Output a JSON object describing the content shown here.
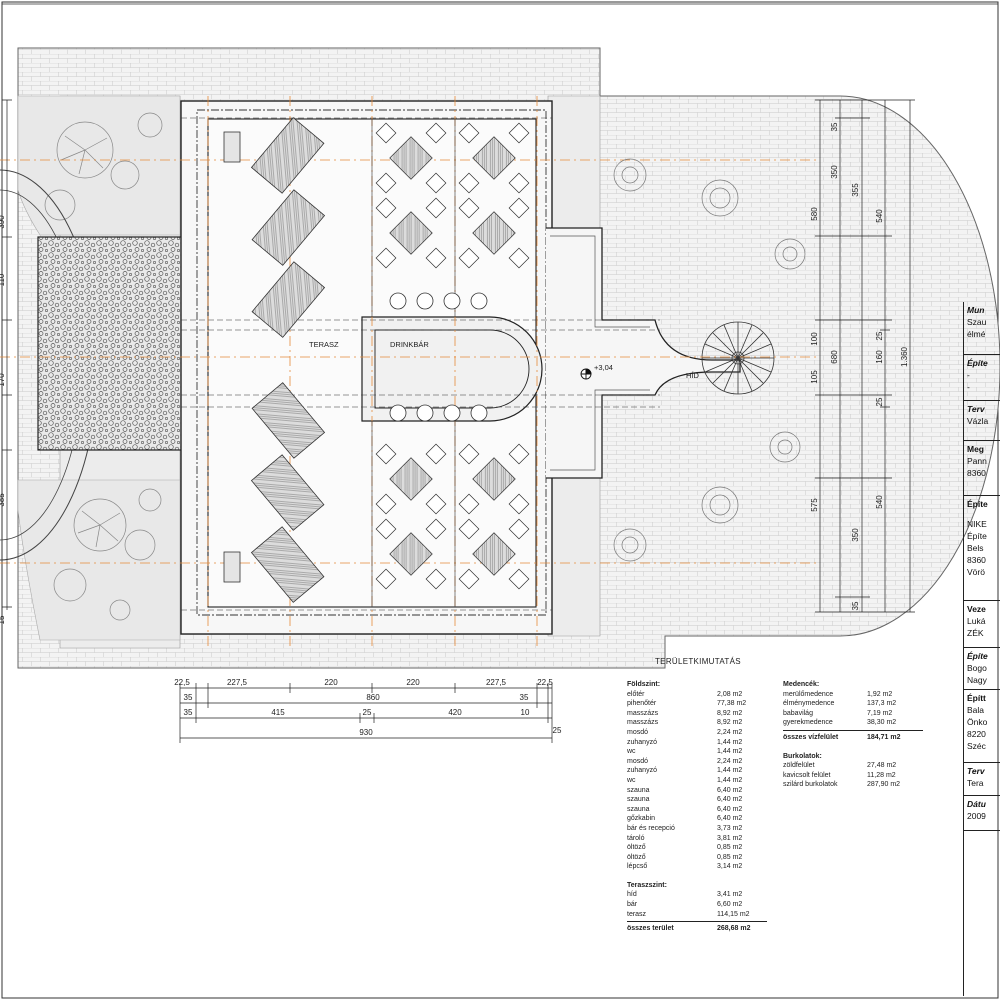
{
  "plan": {
    "labels": {
      "terrace": "TERASZ",
      "bar": "DRINKBÁR",
      "bridge": "HÍD",
      "level": "+3,04"
    },
    "dims_bottom": {
      "row1": [
        "22,5",
        "227,5",
        "220",
        "220",
        "227,5",
        "22,5"
      ],
      "row2_left": "35",
      "row2_total": "860",
      "row2_right": "35",
      "row3": [
        "35",
        "415",
        "25",
        "420",
        "10",
        "25"
      ],
      "row4_total": "930"
    },
    "dims_right": {
      "col1": [
        "580",
        "100",
        "105",
        "575"
      ],
      "col2": [
        "35",
        "350",
        "355",
        "350",
        "35"
      ],
      "col3": [
        "680"
      ],
      "col4": [
        "540",
        "25",
        "160",
        "25",
        "540"
      ],
      "col5": [
        "1.360"
      ]
    },
    "dims_left": [
      "390",
      "110",
      "170",
      "385",
      "15"
    ]
  },
  "schedule": {
    "title": "TERÜLETKIMUTATÁS",
    "ground_title": "Földszint:",
    "ground": [
      {
        "n": "előtér",
        "v": "2,08 m2"
      },
      {
        "n": "pihenőtér",
        "v": "77,38 m2"
      },
      {
        "n": "masszázs",
        "v": "8,92 m2"
      },
      {
        "n": "masszázs",
        "v": "8,92 m2"
      },
      {
        "n": "mosdó",
        "v": "2,24 m2"
      },
      {
        "n": "zuhanyzó",
        "v": "1,44 m2"
      },
      {
        "n": "wc",
        "v": "1,44 m2"
      },
      {
        "n": "mosdó",
        "v": "2,24 m2"
      },
      {
        "n": "zuhanyzó",
        "v": "1,44 m2"
      },
      {
        "n": "wc",
        "v": "1,44 m2"
      },
      {
        "n": "szauna",
        "v": "6,40 m2"
      },
      {
        "n": "szauna",
        "v": "6,40 m2"
      },
      {
        "n": "szauna",
        "v": "6,40 m2"
      },
      {
        "n": "gőzkabin",
        "v": "6,40 m2"
      },
      {
        "n": "bár és recepció",
        "v": "3,73 m2"
      },
      {
        "n": "tároló",
        "v": "3,81 m2"
      },
      {
        "n": "öltöző",
        "v": "0,85 m2"
      },
      {
        "n": "öltöző",
        "v": "0,85 m2"
      },
      {
        "n": "lépcső",
        "v": "3,14 m2"
      }
    ],
    "terrace_title": "Teraszszint:",
    "terrace": [
      {
        "n": "híd",
        "v": "3,41 m2"
      },
      {
        "n": "bár",
        "v": "6,60 m2"
      },
      {
        "n": "terasz",
        "v": "114,15 m2"
      }
    ],
    "total": {
      "n": "összes terület",
      "v": "268,68 m2"
    },
    "pools_title": "Medencék:",
    "pools": [
      {
        "n": "merülőmedence",
        "v": "1,92 m2"
      },
      {
        "n": "élménymedence",
        "v": "137,3 m2"
      },
      {
        "n": "babavilág",
        "v": "7,19 m2"
      },
      {
        "n": "gyerekmedence",
        "v": "38,30 m2"
      }
    ],
    "pools_total": {
      "n": "összes vízfelület",
      "v": "184,71 m2"
    },
    "paving_title": "Burkolatok:",
    "paving": [
      {
        "n": "zöldfelület",
        "v": "27,48 m2"
      },
      {
        "n": "kavicsolt felület",
        "v": "11,28 m2"
      },
      {
        "n": "szilárd burkolatok",
        "v": "287,90 m2"
      }
    ]
  },
  "titleblock": [
    {
      "title": "Mun",
      "lines": [
        "Szau",
        "élmé"
      ]
    },
    {
      "title": "Építe",
      "lines": [
        "-",
        "-"
      ]
    },
    {
      "title": "Terv",
      "lines": [
        "Vázla"
      ]
    },
    {
      "title": "",
      "lines": [
        "Meg",
        "Pann",
        "8360"
      ]
    },
    {
      "title": "",
      "lines": [
        "Építe",
        "",
        "NIKE",
        "Építe",
        "Bels",
        "8360",
        "Vörö"
      ]
    },
    {
      "title": "",
      "lines": [
        "Veze",
        "Luká",
        "ZÉK"
      ]
    },
    {
      "title": "Építe",
      "lines": [
        "Bogo",
        "Nagy"
      ]
    },
    {
      "title": "",
      "lines": [
        "Építt",
        "Bala",
        "Önko",
        "8220",
        "Széc"
      ]
    },
    {
      "title": "Terv",
      "lines": [
        "Tera"
      ]
    },
    {
      "title": "Dátu",
      "lines": [
        "2009"
      ]
    }
  ]
}
